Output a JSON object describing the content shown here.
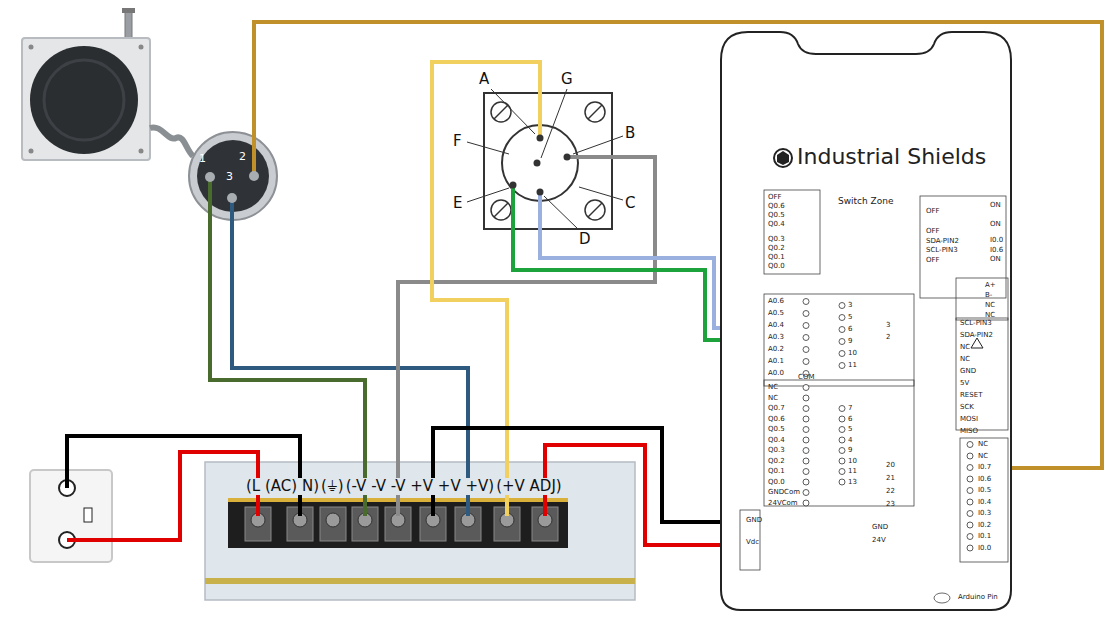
{
  "diagram": {
    "nodes": [
      {
        "text": [
          "1",
          "3",
          "2"
        ]
      },
      {
        "text": [
          "A",
          "G",
          "B",
          "C",
          "D",
          "E",
          "F"
        ]
      },
      {
        "text": [
          "(L (AC) N)",
          "(⏚)",
          "(-V -V -V +V +V +V)",
          "(+V ADJ)"
        ]
      },
      {
        "text": [
          "Industrial Shields",
          "Switch Zone"
        ]
      }
    ],
    "edges": [
      {
        "from": 0,
        "to": 3,
        "arrow": "none"
      },
      {
        "from": 0,
        "to": 2,
        "arrow": "none"
      },
      {
        "from": 0,
        "to": 2,
        "arrow": "none"
      },
      {
        "from": 1,
        "to": 2,
        "arrow": "none"
      },
      {
        "from": 1,
        "to": 2,
        "arrow": "none"
      },
      {
        "from": 1,
        "to": 3,
        "arrow": "none"
      },
      {
        "from": 1,
        "to": 3,
        "arrow": "none"
      },
      {
        "from": 2,
        "to": 3,
        "arrow": "none"
      },
      {
        "from": 2,
        "to": 3,
        "arrow": "none"
      }
    ],
    "labels": [
      "OFF",
      "Q0.6",
      "Q0.5",
      "Q0.4",
      "Q0.3",
      "Q0.2",
      "Q0.1",
      "Q0.0",
      "A0.6",
      "A0.5",
      "A0.4",
      "A0.3",
      "A0.2",
      "A0.1",
      "A0.0",
      "COM",
      "3",
      "5",
      "6",
      "9",
      "10",
      "11",
      "3",
      "2",
      "NC",
      "NC",
      "Q0.7",
      "Q0.6",
      "Q0.5",
      "Q0.4",
      "Q0.3",
      "Q0.2",
      "Q0.1",
      "Q0.0",
      "GNDCom",
      "24VCom",
      "7",
      "6",
      "5",
      "4",
      "9",
      "10",
      "11",
      "13",
      "20",
      "21",
      "22",
      "23",
      "GND",
      "24V",
      "GND",
      "Vdc",
      "ON",
      "ON",
      "OFF",
      "OFF",
      "SDA-PIN2",
      "SCL-PIN3",
      "OFF",
      "I0.0",
      "I0.6",
      "ON",
      "A+",
      "B-",
      "NC",
      "NC",
      "SCL-PIN3",
      "SDA-PIN2",
      "NC",
      "NC",
      "GND",
      "5V",
      "RESET",
      "SCK",
      "MOSI",
      "MISO",
      "NC",
      "NC",
      "I0.7",
      "I0.6",
      "I0.5",
      "I0.4",
      "I0.3",
      "I0.2",
      "I0.1",
      "I0.0",
      "Arduino Pin"
    ]
  }
}
